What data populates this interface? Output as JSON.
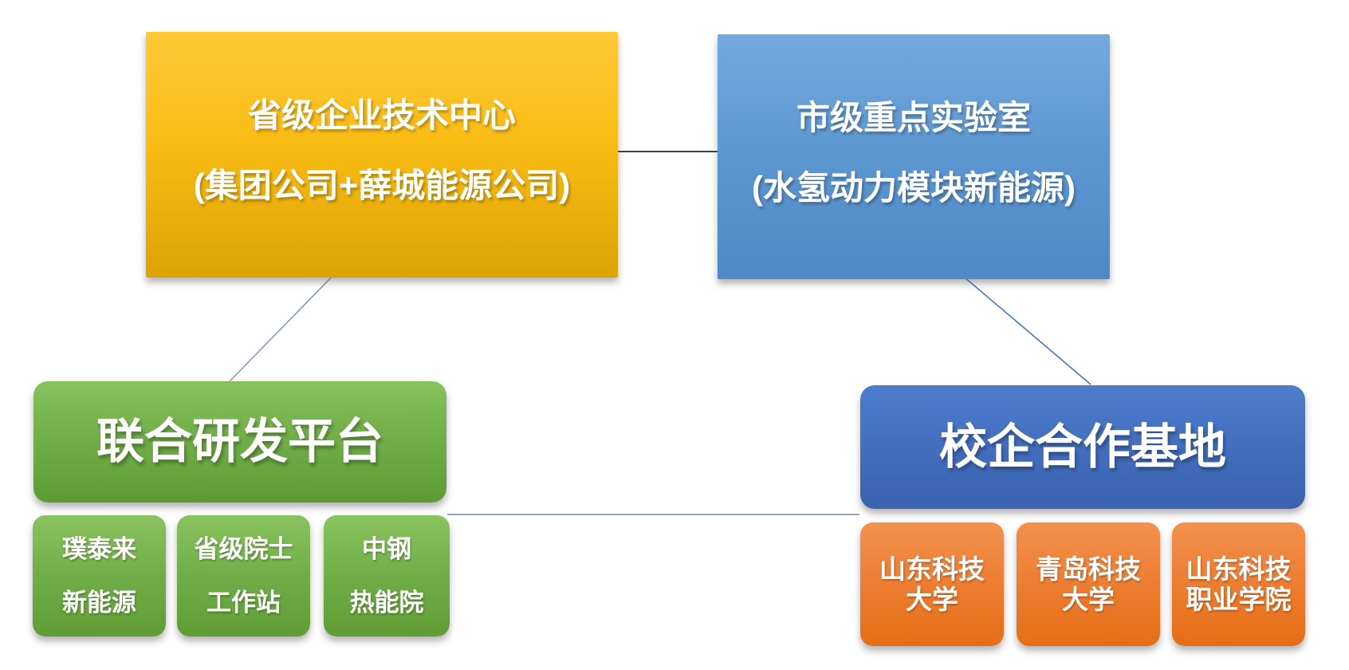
{
  "diagram": {
    "nodes": {
      "tech_center": {
        "line1": "省级企业技术中心",
        "line2": "(集团公司+薛城能源公司)"
      },
      "key_lab": {
        "line1": "市级重点实验室",
        "line2": "(水氢动力模块新能源)"
      },
      "rd_platform": {
        "label": "联合研发平台"
      },
      "coop_base": {
        "label": "校企合作基地"
      },
      "rd_members": [
        {
          "line1": "璞泰来",
          "line2": "新能源"
        },
        {
          "line1": "省级院士",
          "line2": "工作站"
        },
        {
          "line1": "中钢",
          "line2": "热能院"
        }
      ],
      "coop_members": [
        {
          "line1": "山东科技",
          "line2": "大学"
        },
        {
          "line1": "青岛科技",
          "line2": "大学"
        },
        {
          "line1": "山东科技",
          "line2": "职业学院"
        }
      ]
    },
    "connectors": [
      {
        "from": "tech_center",
        "to": "key_lab",
        "color": "#3F3F3F"
      },
      {
        "from": "tech_center",
        "to": "rd_platform",
        "color": "#8798BC"
      },
      {
        "from": "key_lab",
        "to": "coop_base",
        "color": "#4C76BE"
      },
      {
        "from": "rd_platform",
        "to": "coop_base",
        "color": "#7289B2"
      }
    ],
    "palette": {
      "gold": "#F9BC14",
      "blue": "#5B9BD5",
      "green": "#70AD47",
      "dark_blue": "#4472C4",
      "orange": "#ED7D31",
      "text": "#FFFFFF",
      "background": "#FFFFFF"
    }
  }
}
